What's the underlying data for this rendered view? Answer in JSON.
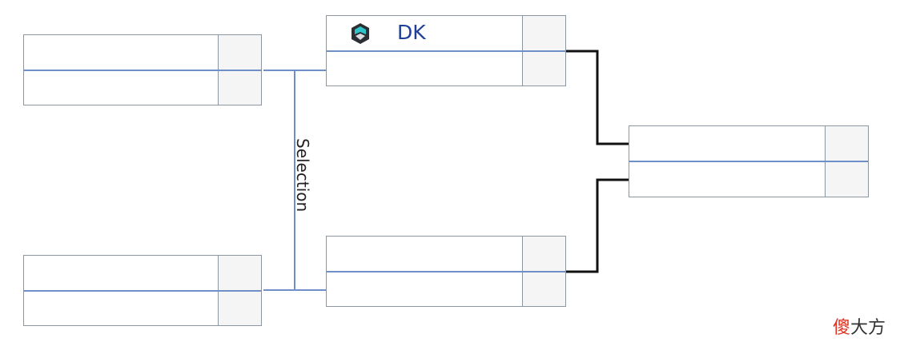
{
  "round_label": "Selection",
  "watermark": {
    "char1": "傻",
    "char2": "大方"
  },
  "matches": {
    "r1_top": {
      "team_top": "",
      "team_bottom": ""
    },
    "r1_bottom": {
      "team_top": "",
      "team_bottom": ""
    },
    "r2_top": {
      "team_top": "DK",
      "team_top_icon": "dk-logo-icon",
      "team_bottom": ""
    },
    "r2_bottom": {
      "team_top": "",
      "team_bottom": ""
    },
    "final": {
      "team_top": "",
      "team_bottom": ""
    }
  },
  "colors": {
    "divider": "#6f8fc8",
    "connector_selection": "#6f8fc8",
    "connector_main": "#111111",
    "team_text": "#1f3f99",
    "score_bg": "#f5f5f5"
  }
}
